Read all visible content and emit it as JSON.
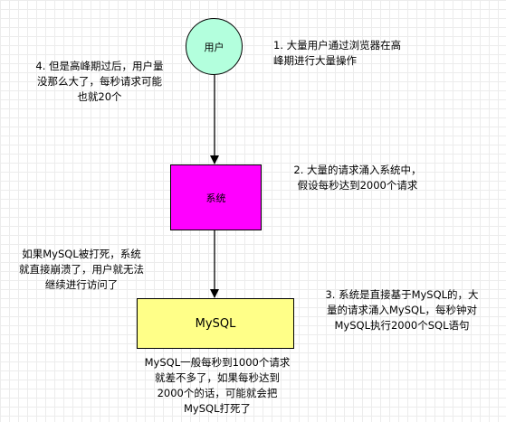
{
  "colors": {
    "user_fill": "#b3ffdd",
    "system_fill": "#ff00ff",
    "mysql_fill": "#ffff88",
    "stroke": "#000000"
  },
  "nodes": {
    "user": "用户",
    "system": "系统",
    "mysql": "MySQL"
  },
  "notes": {
    "note1": "1. 大量用户通过浏览器在高\n峰期进行大量操作",
    "note2": "2. 大量的请求涌入系统中，\n假设每秒达到2000个请求",
    "note3": "3. 系统是直接基于MySQL的，大\n量的请求涌入MySQL，每秒钟对\nMySQL执行2000个SQL语句",
    "note4": "4. 但是高峰期过后，用户量\n没那么大了，每秒请求可能\n也就20个",
    "note5": "如果MySQL被打死，系统\n就直接崩溃了，用户就无法\n继续进行访问了",
    "note6": "MySQL一般每秒到1000个请求\n就差不多了，如果每秒达到\n2000个的话，可能就会把\nMySQL打死了"
  }
}
